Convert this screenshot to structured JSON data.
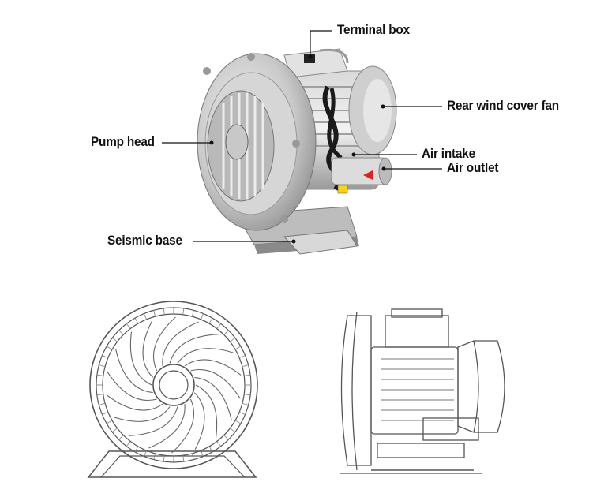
{
  "labels": {
    "terminal_box": "Terminal box",
    "rear_wind_cover_fan": "Rear wind cover fan",
    "pump_head": "Pump head",
    "air_intake": "Air intake",
    "air_outlet": "Air outlet",
    "seismic_base": "Seismic base"
  },
  "colors": {
    "line": "#111111",
    "sketch": "#555555"
  },
  "icons": [
    "blower-photo",
    "impeller-front-sketch",
    "blower-side-sketch"
  ]
}
